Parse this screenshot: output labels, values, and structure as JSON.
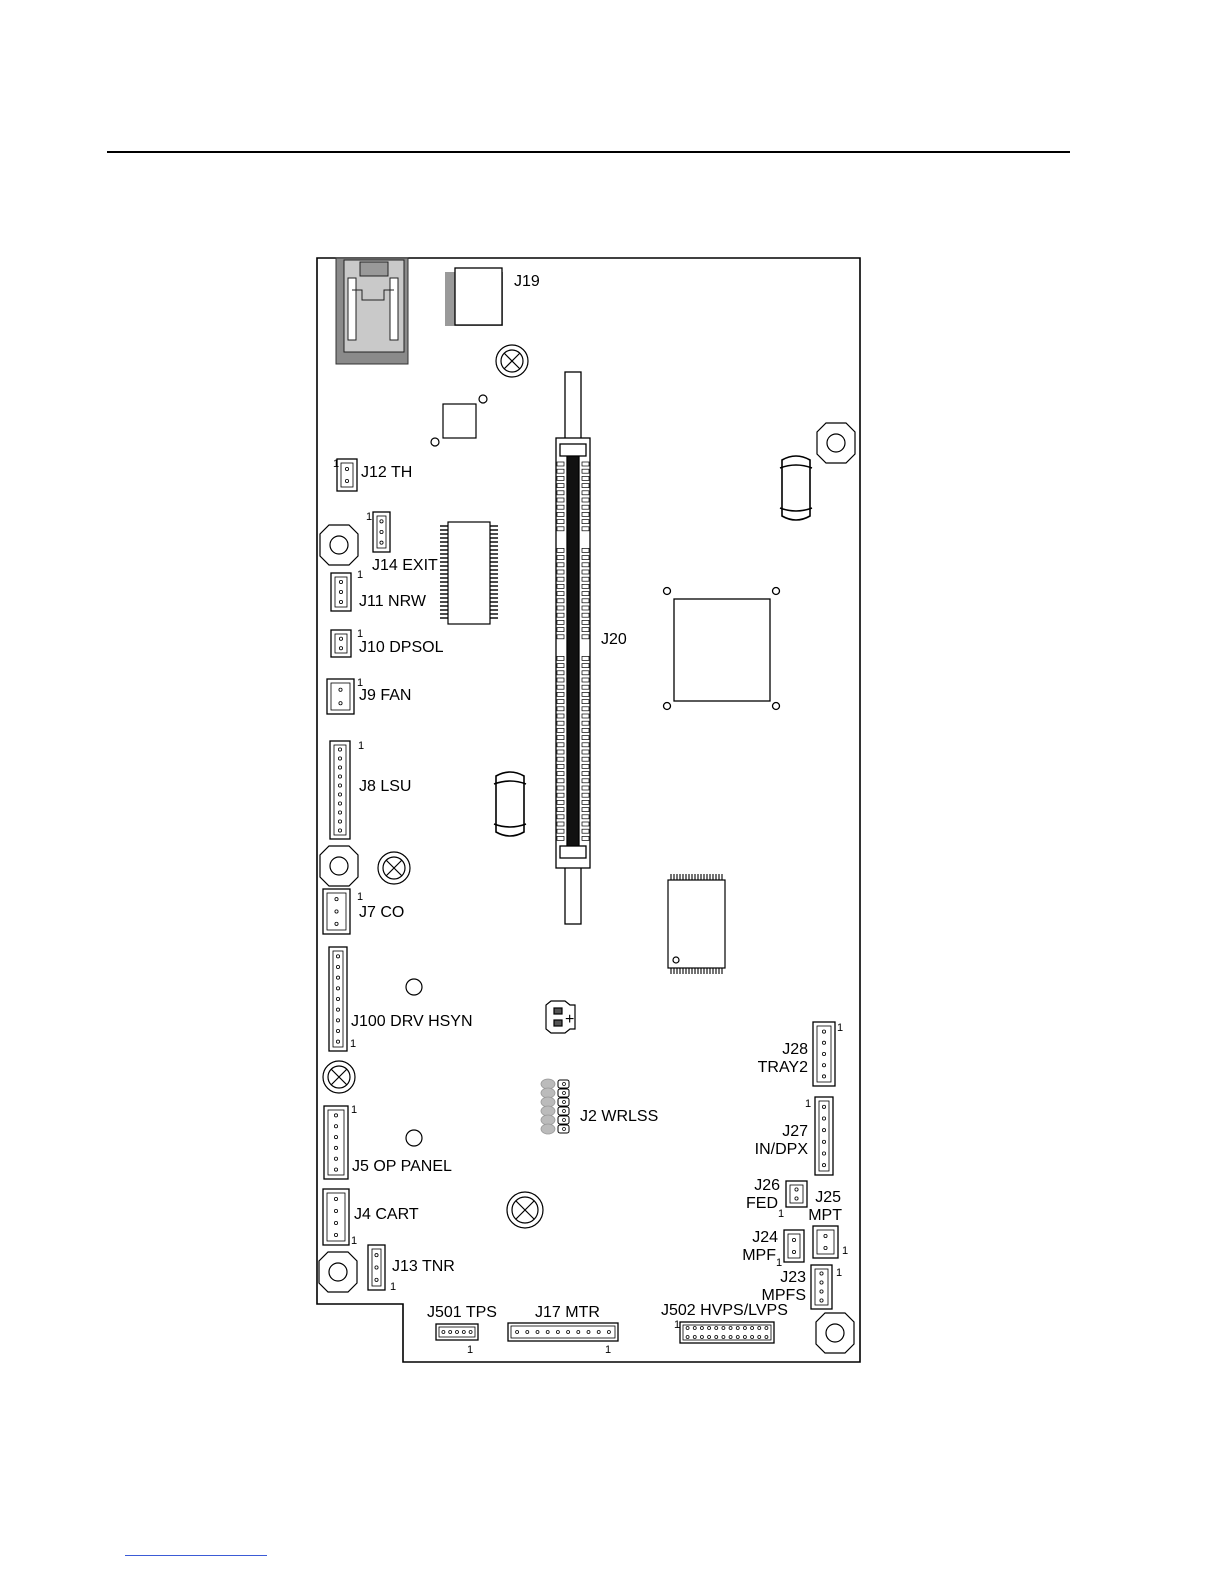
{
  "diagram": {
    "connectors": {
      "j19": "J19",
      "j12": "J12  TH",
      "j14": "J14  EXIT",
      "j11": "J11  NRW",
      "j10": "J10  DPSOL",
      "j9": "J9  FAN",
      "j8": "J8  LSU",
      "j7": "J7  CO",
      "j100": "J100  DRV  HSYN",
      "j5": "J5  OP PANEL",
      "j4": "J4  CART",
      "j13": "J13  TNR",
      "j501": "J501  TPS",
      "j17": "J17  MTR",
      "j502": "J502  HVPS/LVPS",
      "j20": "J20",
      "j2": "J2  WRLSS",
      "j28_a": "J28",
      "j28_b": "TRAY2",
      "j27_a": "J27",
      "j27_b": "IN/DPX",
      "j26_a": "J26",
      "j26_b": "FED",
      "j25_a": "J25",
      "j25_b": "MPT",
      "j24_a": "J24",
      "j24_b": "MPF",
      "j23_a": "J23",
      "j23_b": "MPFS"
    },
    "pin_one": "1",
    "battery_plus": "+"
  }
}
